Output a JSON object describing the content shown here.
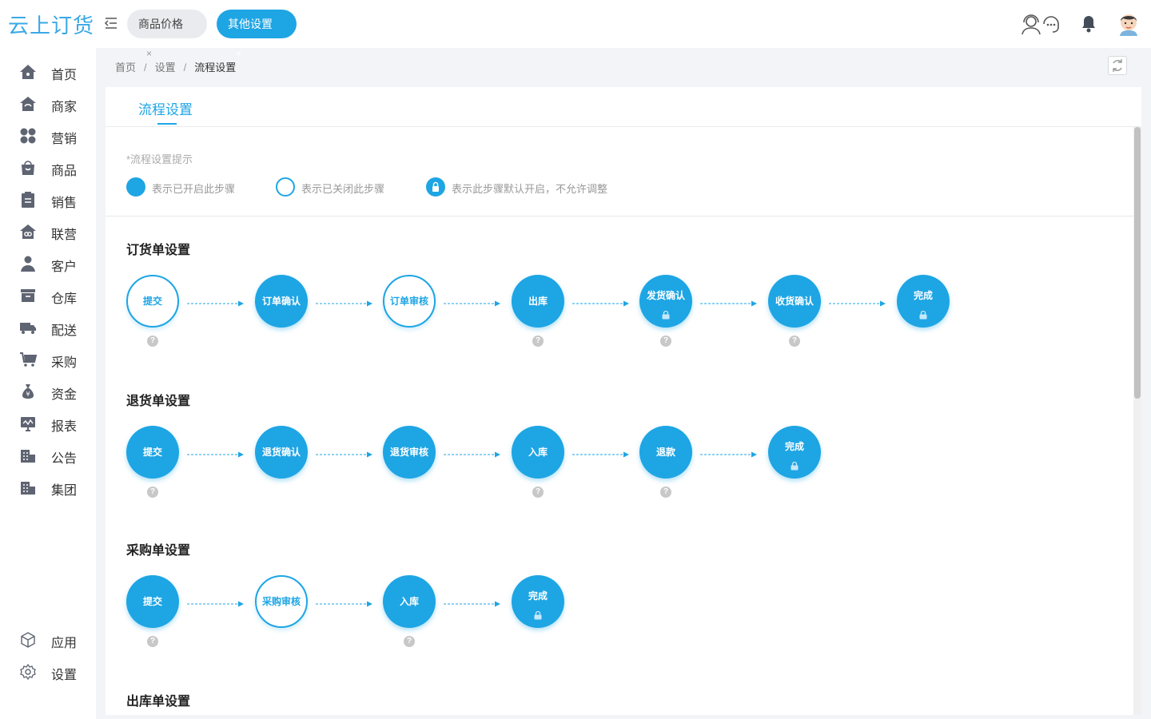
{
  "app": {
    "logo": "云上订货"
  },
  "tabs": [
    {
      "label": "商品价格",
      "close": "×"
    },
    {
      "label": "其他设置",
      "close": "×"
    }
  ],
  "sidebar": {
    "items": [
      {
        "label": "首页",
        "icon": "home-icon"
      },
      {
        "label": "商家",
        "icon": "merchant-icon"
      },
      {
        "label": "营销",
        "icon": "marketing-icon"
      },
      {
        "label": "商品",
        "icon": "bag-icon"
      },
      {
        "label": "销售",
        "icon": "clipboard-icon"
      },
      {
        "label": "联营",
        "icon": "joint-icon"
      },
      {
        "label": "客户",
        "icon": "user-icon"
      },
      {
        "label": "仓库",
        "icon": "warehouse-icon"
      },
      {
        "label": "配送",
        "icon": "truck-icon"
      },
      {
        "label": "采购",
        "icon": "cart-icon"
      },
      {
        "label": "资金",
        "icon": "money-bag-icon"
      },
      {
        "label": "报表",
        "icon": "report-icon"
      },
      {
        "label": "公告",
        "icon": "building-icon"
      },
      {
        "label": "集团",
        "icon": "group-icon"
      }
    ],
    "bottom": [
      {
        "label": "应用",
        "icon": "cube-icon"
      },
      {
        "label": "设置",
        "icon": "gear-icon"
      }
    ]
  },
  "breadcrumb": [
    "首页",
    "设置",
    "流程设置"
  ],
  "panel": {
    "tab": "流程设置",
    "legend_title": "*流程设置提示",
    "legend": [
      {
        "text": "表示已开启此步骤",
        "type": "on"
      },
      {
        "text": "表示已关闭此步骤",
        "type": "off"
      },
      {
        "text": "表示此步骤默认开启，不允许调整",
        "type": "locked"
      }
    ]
  },
  "sections": [
    {
      "title": "订货单设置",
      "steps": [
        {
          "label": "提交",
          "state": "off",
          "help": true
        },
        {
          "label": "订单确认",
          "state": "on",
          "help": false
        },
        {
          "label": "订单审核",
          "state": "off",
          "help": false
        },
        {
          "label": "出库",
          "state": "on",
          "help": true
        },
        {
          "label": "发货确认",
          "state": "on",
          "locked": true,
          "help": true
        },
        {
          "label": "收货确认",
          "state": "on",
          "help": true
        },
        {
          "label": "完成",
          "state": "on",
          "locked": true,
          "help": false
        }
      ]
    },
    {
      "title": "退货单设置",
      "steps": [
        {
          "label": "提交",
          "state": "on",
          "help": true
        },
        {
          "label": "退货确认",
          "state": "on",
          "help": false
        },
        {
          "label": "退货审核",
          "state": "on",
          "help": false
        },
        {
          "label": "入库",
          "state": "on",
          "help": true
        },
        {
          "label": "退款",
          "state": "on",
          "help": true
        },
        {
          "label": "完成",
          "state": "on",
          "locked": true,
          "help": false
        }
      ]
    },
    {
      "title": "采购单设置",
      "steps": [
        {
          "label": "提交",
          "state": "on",
          "help": true
        },
        {
          "label": "采购审核",
          "state": "off",
          "help": false
        },
        {
          "label": "入库",
          "state": "on",
          "help": true
        },
        {
          "label": "完成",
          "state": "on",
          "locked": true,
          "help": false
        }
      ]
    },
    {
      "title": "出库单设置",
      "steps": []
    }
  ],
  "help_symbol": "?",
  "colors": {
    "primary": "#1ea5e4",
    "icon_gray": "#5f6472"
  }
}
